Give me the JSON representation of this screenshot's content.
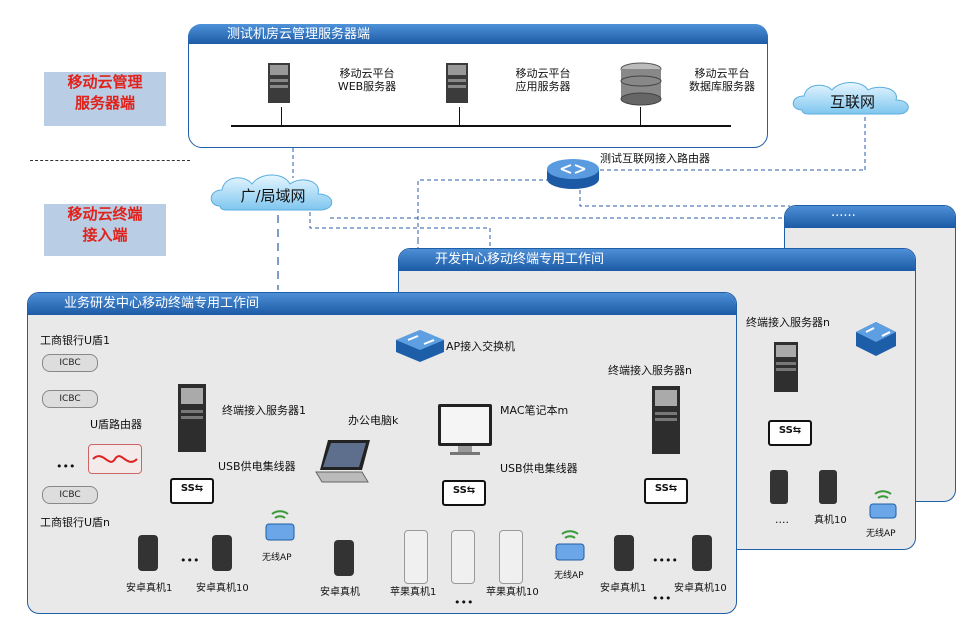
{
  "side_labels": {
    "cloud_server": [
      "移动云管理",
      "服务器端"
    ],
    "cloud_terminal": [
      "移动云终端",
      "接入端"
    ]
  },
  "top_panel": {
    "title": "测试机房云管理服务器端",
    "servers": [
      {
        "line1": "移动云平台",
        "line2": "WEB服务器"
      },
      {
        "line1": "移动云平台",
        "line2": "应用服务器"
      },
      {
        "line1": "移动云平台",
        "line2": "数据库服务器"
      }
    ]
  },
  "clouds": {
    "internet": "互联网",
    "lan": "广/局域网"
  },
  "router_label": "测试互联网接入路由器",
  "workstations": {
    "back": {
      "title": "······"
    },
    "middle": {
      "title": "开发中心移动终端专用工作间",
      "server_label": "终端接入服务器n",
      "phone_label": "真机10",
      "dots": "····",
      "ap_label": "无线AP"
    },
    "front": {
      "title": "业务研发中心移动终端专用工作间",
      "switch_label": "AP接入交换机",
      "ukey_top": "工商银行U盾1",
      "ukey_bottom": "工商银行U盾n",
      "ukey_router": "U盾路由器",
      "ukey_badge": "ICBC",
      "ellipsis": "•••",
      "server1": "终端接入服务器1",
      "usb_hub_1": "USB供电集线器",
      "laptop": "办公电脑k",
      "mac": "MAC笔记本m",
      "usb_hub_2": "USB供电集线器",
      "server_n": "终端接入服务器n",
      "ap": "无线AP",
      "hub_icon": "SS⇆",
      "android1": "安卓真机1",
      "android10": "安卓真机10",
      "android_single": "安卓真机",
      "apple1": "苹果真机1",
      "apple10": "苹果真机10",
      "android1b": "安卓真机1",
      "android10b": "安卓真机10",
      "dots_a": "•••",
      "dots_b": "•••",
      "dots_c": "••••",
      "dots_d": "•••"
    }
  }
}
